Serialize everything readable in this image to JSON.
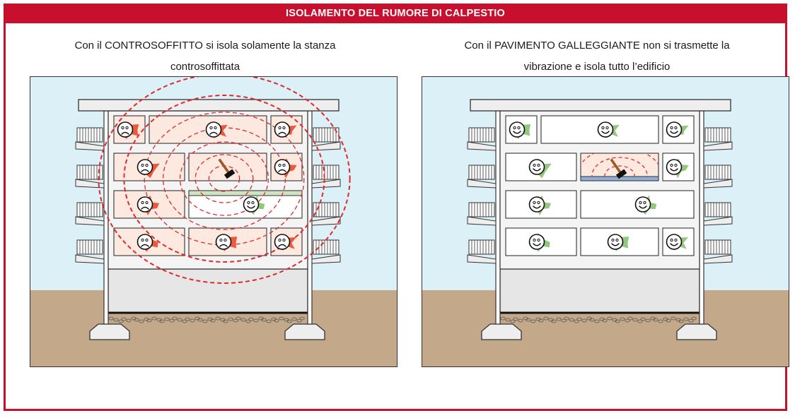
{
  "header": {
    "title": "ISOLAMENTO DEL RUMORE DI CALPESTIO"
  },
  "left_panel": {
    "caption_line1": "Con il CONTROSOFFITTO si isola solamente la stanza",
    "caption_line2": "controsoffittata"
  },
  "right_panel": {
    "caption_line1": "Con il PAVIMENTO GALLEGGIANTE non si trasmette la",
    "caption_line2": "vibrazione e isola tutto l’edificio"
  },
  "colors": {
    "accent_red": "#c8102e",
    "sky": "#dcf0f7",
    "ground": "#c4a88a",
    "wave": "#e0282d",
    "blob_red": "#ea5a3c",
    "blob_green": "#92c87e",
    "ceiling_green": "#cfe3c2",
    "floating_floor": "#8eaed6"
  },
  "icons": [
    "sad-face-icon",
    "happy-face-icon",
    "hammer-icon",
    "sound-wave-icon"
  ]
}
